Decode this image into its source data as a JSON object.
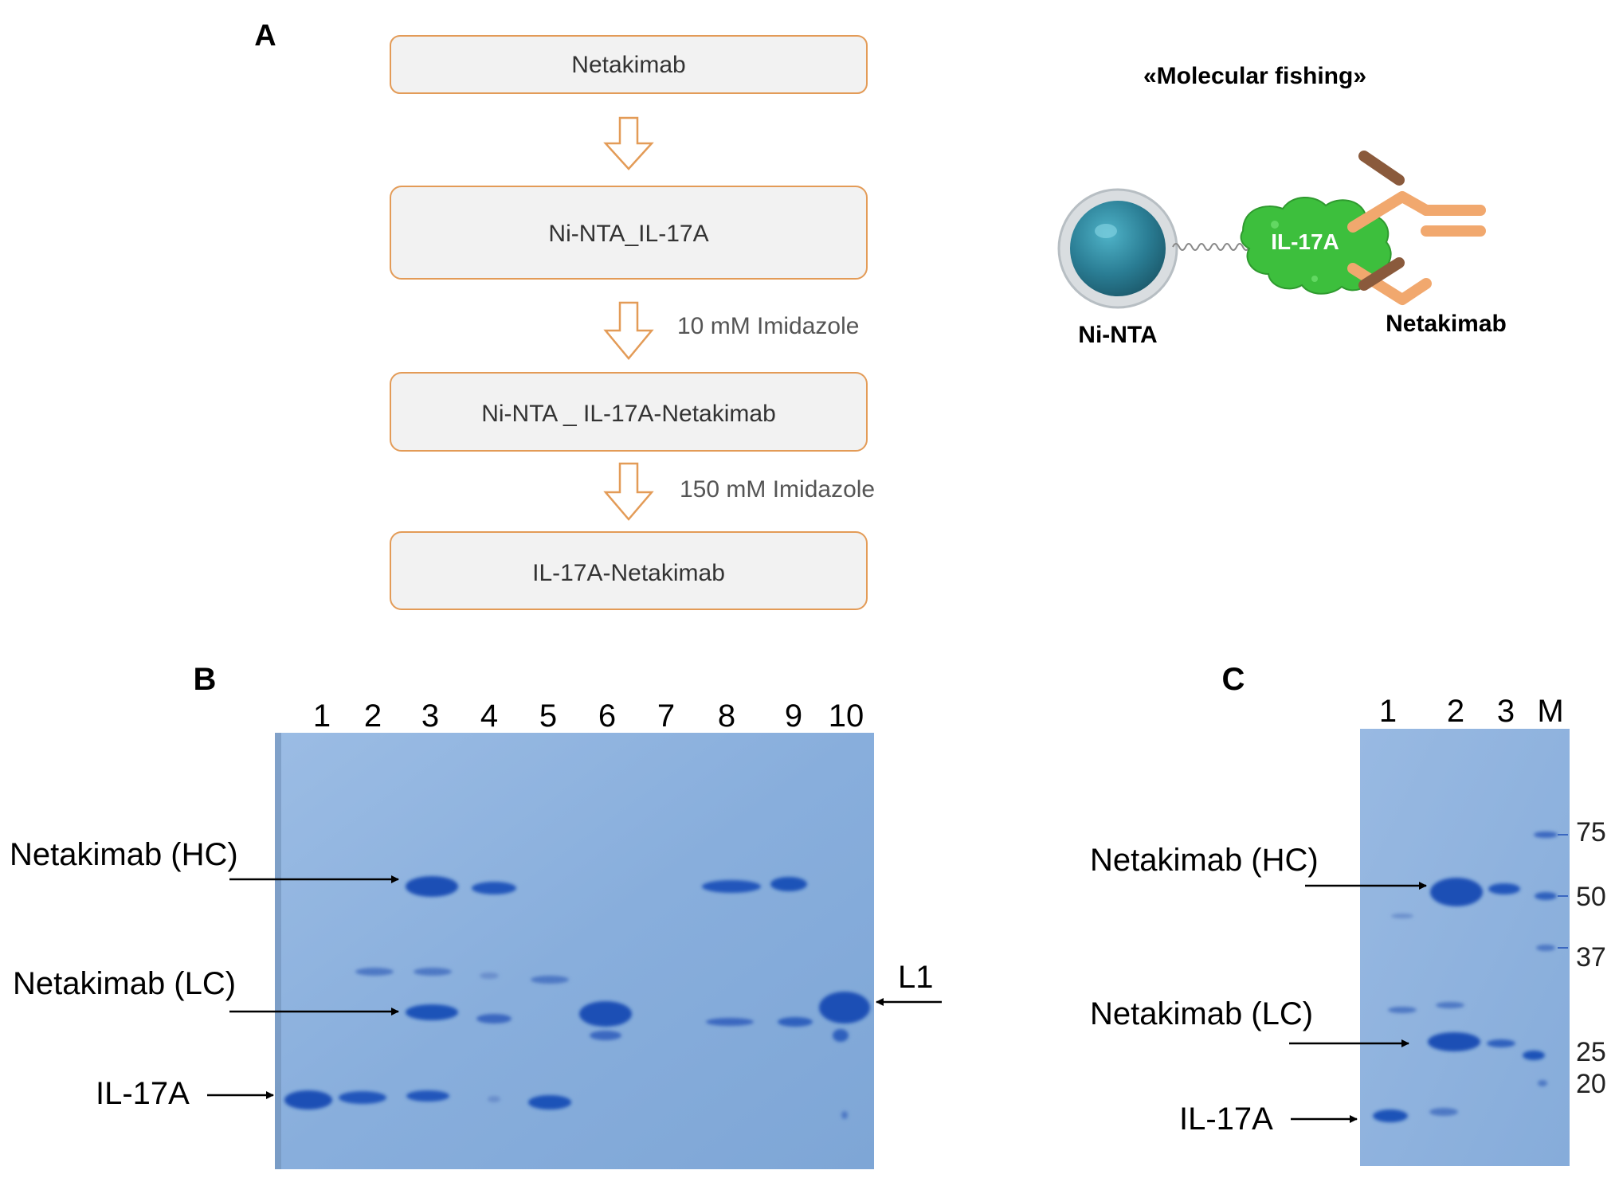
{
  "panels": {
    "a": {
      "letter": "A",
      "flow_steps": [
        "Netakimab",
        "Ni-NTA_IL-17A",
        "Ni-NTA _ IL-17A-Netakimab",
        "IL-17A-Netakimab"
      ],
      "arrow_notes": [
        "",
        "10 mM Imidazole",
        "150 mM Imidazole"
      ],
      "schematic": {
        "title": "«Molecular fishing»",
        "bead_label": "Ni-NTA",
        "protein_label": "IL-17A",
        "antibody_label": "Netakimab"
      }
    },
    "b": {
      "letter": "B",
      "lane_numbers": [
        "1",
        "2",
        "3",
        "4",
        "5",
        "6",
        "7",
        "8",
        "9",
        "10"
      ],
      "band_labels": [
        "Netakimab (HC)",
        "Netakimab (LC)",
        "IL-17A"
      ],
      "right_label": "L1"
    },
    "c": {
      "letter": "C",
      "lane_numbers": [
        "1",
        "2",
        "3",
        "M"
      ],
      "band_labels": [
        "Netakimab (HC)",
        "Netakimab (LC)",
        "IL-17A"
      ],
      "marker_kda": [
        "75",
        "50",
        "37",
        "25",
        "20"
      ]
    }
  },
  "colors": {
    "box_fill": "#f2f2f2",
    "box_border": "#e39b57",
    "gel_background": "#8fb4df",
    "band_blue": "#1b4fb5",
    "protein_green": "#3dbf3d",
    "antibody_orange": "#f1a86e",
    "antibody_brown": "#8a5a3c",
    "bead_teal": "#2f7f95"
  }
}
